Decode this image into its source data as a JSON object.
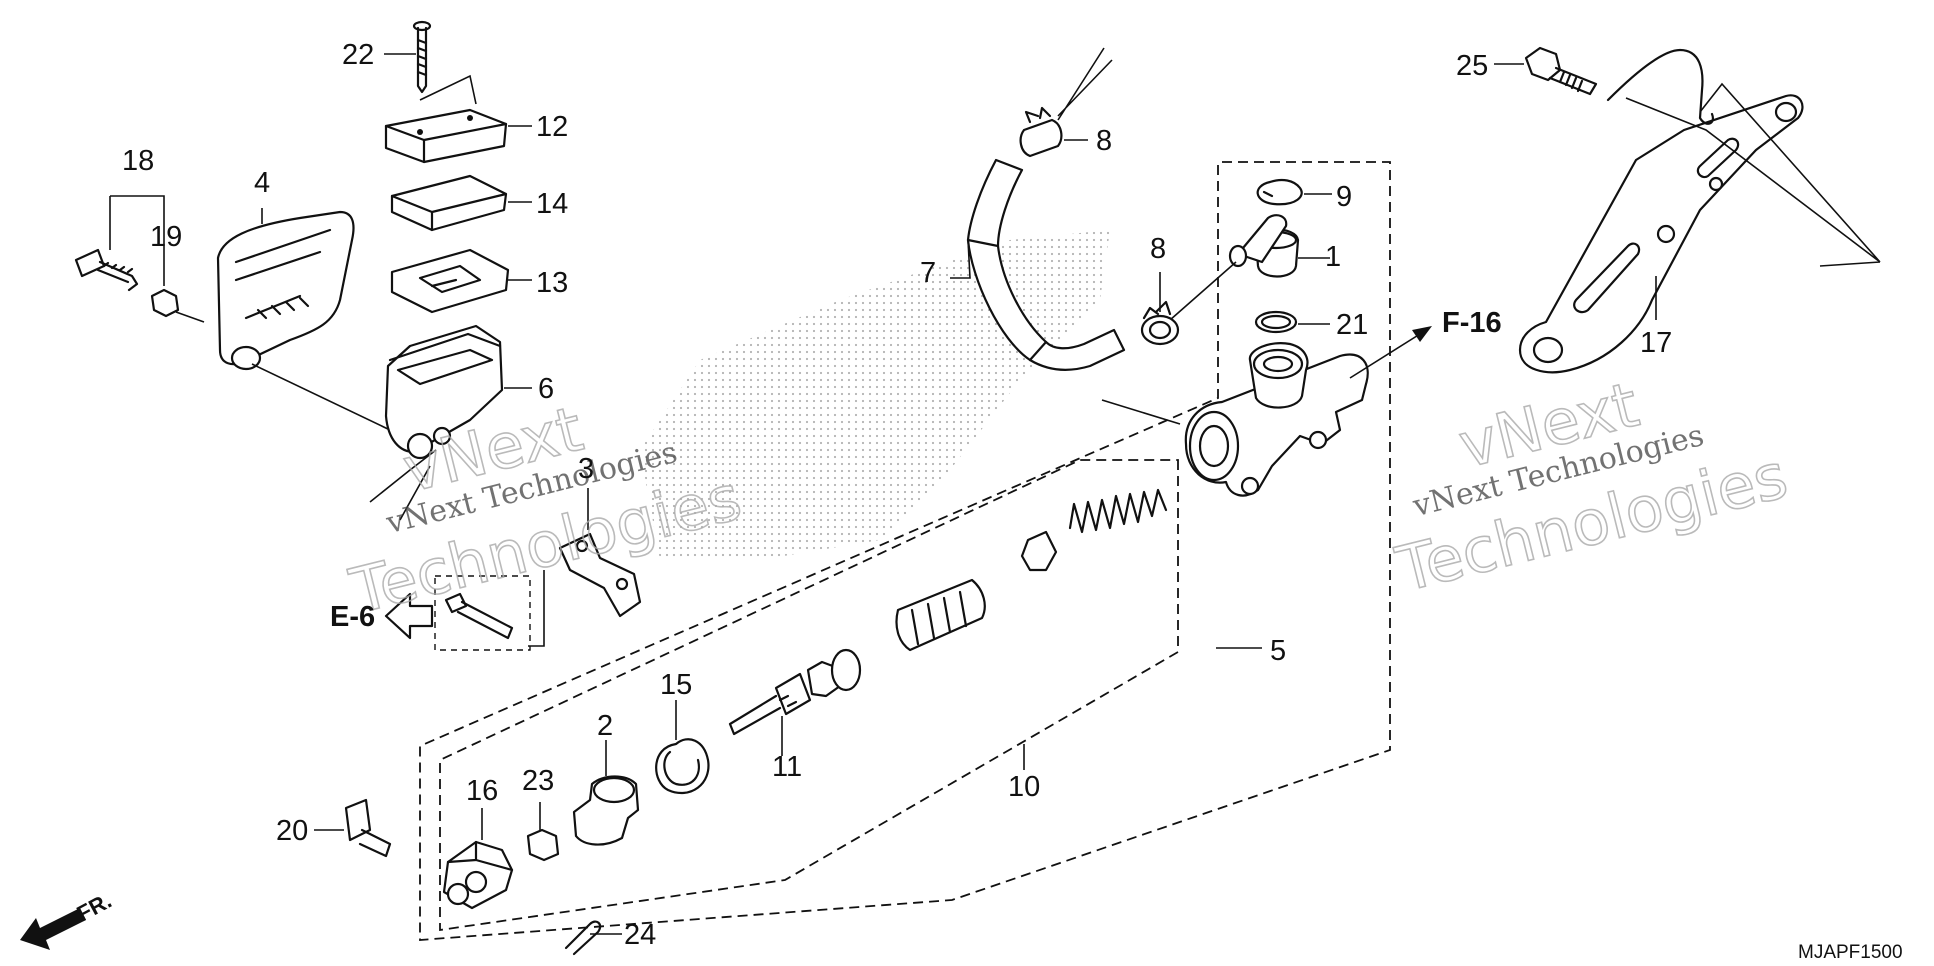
{
  "diagram": {
    "callouts": {
      "c1": "1",
      "c2": "2",
      "c3": "3",
      "c4": "4",
      "c5": "5",
      "c6": "6",
      "c7": "7",
      "c8a": "8",
      "c8b": "8",
      "c9": "9",
      "c10": "10",
      "c11": "11",
      "c12": "12",
      "c13": "13",
      "c14": "14",
      "c15": "15",
      "c16": "16",
      "c17": "17",
      "c18": "18",
      "c19": "19",
      "c20": "20",
      "c21": "21",
      "c22": "22",
      "c23": "23",
      "c24": "24",
      "c25": "25"
    },
    "refs": {
      "e6": "E-6",
      "f16": "F-16"
    },
    "front_indicator": "FR.",
    "diagram_code": "MJAPF1500",
    "watermarks": {
      "left_small": "vNext Technologies",
      "left_big_1": "vNext",
      "left_big_2": "Technologies",
      "right_small": "vNext Technologies",
      "right_big_1": "vNext",
      "right_big_2": "Technologies"
    },
    "colors": {
      "line": "#111111",
      "background": "#ffffff"
    }
  }
}
